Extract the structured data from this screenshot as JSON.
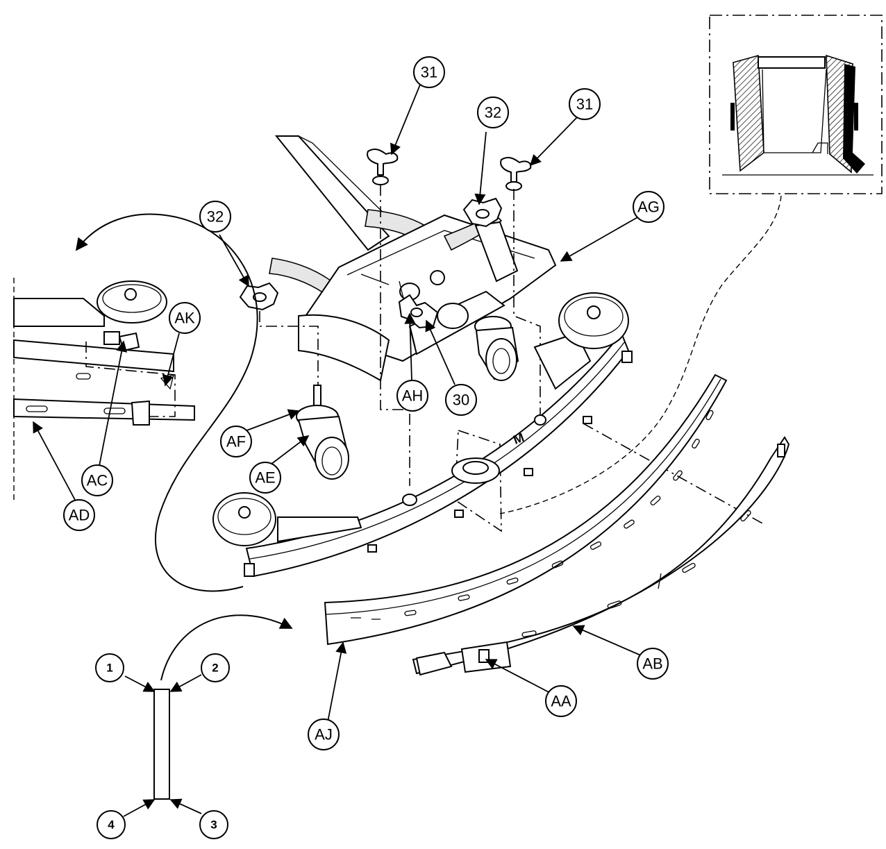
{
  "callouts": {
    "c31a": "31",
    "c31b": "31",
    "c32a": "32",
    "c32b": "32",
    "c30": "30",
    "ag": "AG",
    "ah": "AH",
    "ak": "AK",
    "af": "AF",
    "ae": "AE",
    "ac": "AC",
    "ad": "AD",
    "ab": "AB",
    "aa": "AA",
    "aj": "AJ",
    "n1": "1",
    "n2": "2",
    "n3": "3",
    "n4": "4"
  },
  "colors": {
    "line": "#000000",
    "background": "#ffffff",
    "shade": "#e6e6e6"
  }
}
